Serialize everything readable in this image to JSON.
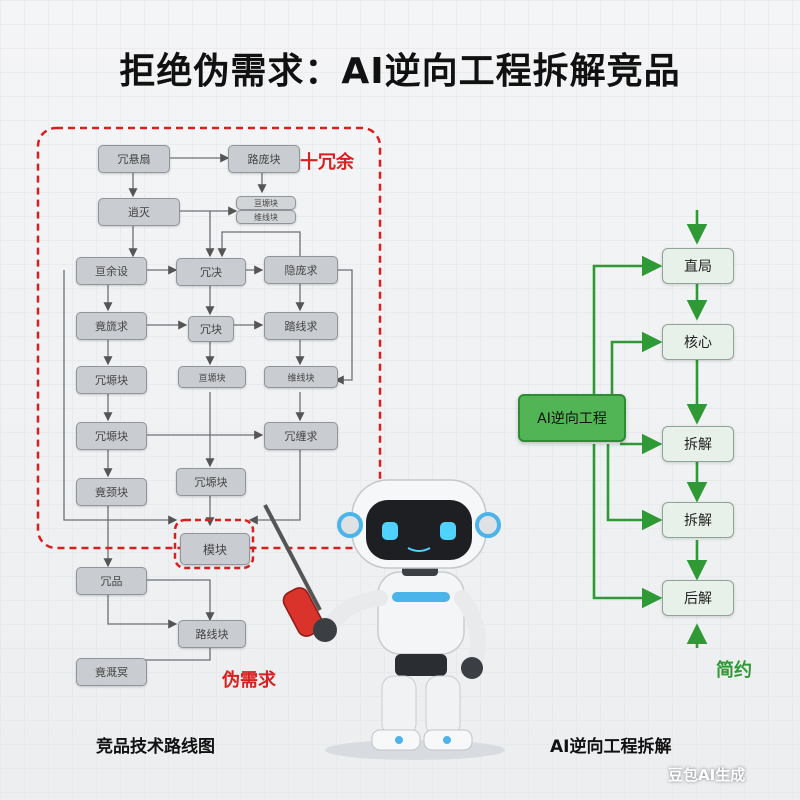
{
  "title": "拒绝伪需求：AI逆向工程拆解竞品",
  "left": {
    "caption": "竞品技术路线图",
    "redundant_label": "十冗余",
    "pseudo_label": "伪需求",
    "nodes": {
      "n1": "冗悬扇",
      "n2": "路庞块",
      "n3": "逍灭",
      "n4": "亘余设",
      "n5": "冗决",
      "n6": "隐庞求",
      "n7": "竟旒求",
      "n8": "冗块",
      "n9": "踏线求",
      "n10": "冗塬块",
      "n11": "冗塬块",
      "n12": "冗缠求",
      "n13": "冗塬块",
      "n14": "竟颈块",
      "n15": "模块",
      "n16": "冗品",
      "n17": "路线块",
      "n18": "竟溉冥",
      "n19": "亘塬块",
      "n20": "维线块",
      "n21": "亘塬块"
    }
  },
  "right": {
    "caption": "AI逆向工程拆解",
    "main": "AI逆向工程",
    "nodes": [
      "直局",
      "核心",
      "拆解",
      "拆解",
      "后解"
    ],
    "footer": "简约"
  },
  "watermark": "豆包AI生成",
  "colors": {
    "red": "#d92020",
    "green": "#2f9a35",
    "green_fill": "#51b555"
  }
}
